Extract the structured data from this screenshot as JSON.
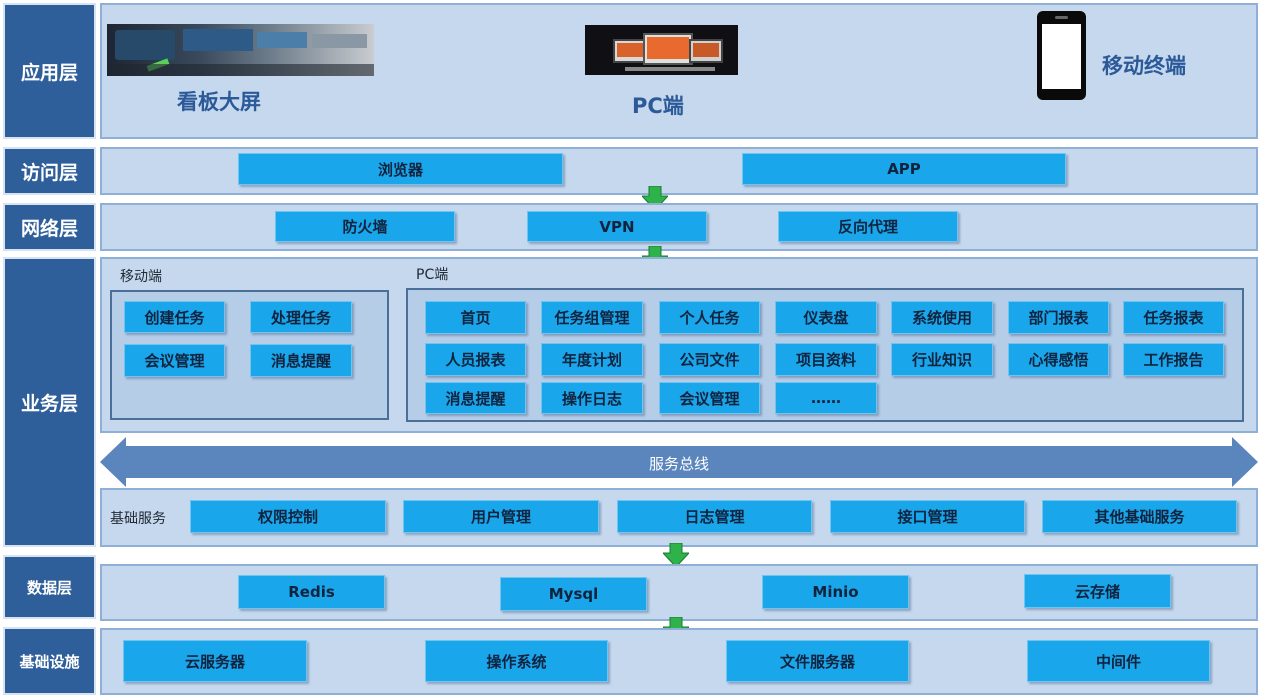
{
  "layers": {
    "application": "应用层",
    "access": "访问层",
    "network": "网络层",
    "business": "业务层",
    "data": "数据层",
    "infrastructure": "基础设施"
  },
  "application": {
    "dashboard_label": "看板大屏",
    "pc_label": "PC端",
    "mobile_label": "移动终端"
  },
  "access": {
    "items": [
      "浏览器",
      "APP"
    ]
  },
  "network": {
    "items": [
      "防火墙",
      "VPN",
      "反向代理"
    ]
  },
  "business": {
    "mobile_title": "移动端",
    "mobile_items": [
      "创建任务",
      "处理任务",
      "会议管理",
      "消息提醒"
    ],
    "pc_title": "PC端",
    "pc_items": [
      "首页",
      "任务组管理",
      "个人任务",
      "仪表盘",
      "系统使用",
      "部门报表",
      "任务报表",
      "人员报表",
      "年度计划",
      "公司文件",
      "项目资料",
      "行业知识",
      "心得感悟",
      "工作报告",
      "消息提醒",
      "操作日志",
      "会议管理",
      "……"
    ],
    "bus_label": "服务总线",
    "base_title": "基础服务",
    "base_items": [
      "权限控制",
      "用户管理",
      "日志管理",
      "接口管理",
      "其他基础服务"
    ]
  },
  "data": {
    "items": [
      "Redis",
      "Mysql",
      "Minio",
      "云存储"
    ]
  },
  "infrastructure": {
    "items": [
      "云服务器",
      "操作系统",
      "文件服务器",
      "中间件"
    ]
  },
  "colors": {
    "label_bg": "#2f5f9a",
    "panel_bg": "#c5d8ee",
    "box_bg": "#1aa6ea",
    "arrow": "#2db34a",
    "bus": "#5b86bd"
  }
}
